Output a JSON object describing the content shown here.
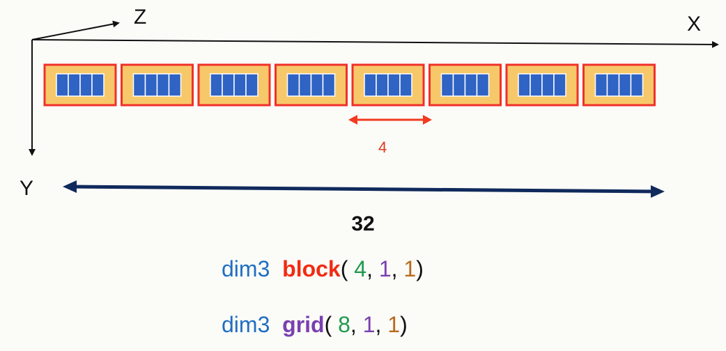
{
  "axes": {
    "x": "X",
    "y": "Y",
    "z": "Z"
  },
  "block_size_label": "4",
  "total_label": "32",
  "blocks": {
    "count": 8,
    "threads_per_block": 4
  },
  "code": {
    "block": {
      "keyword": "dim3",
      "name": "block",
      "open": "(",
      "a": "4",
      "b": "1",
      "c": "1",
      "close": ")"
    },
    "grid": {
      "keyword": "dim3",
      "name": "grid",
      "open": "(",
      "a": "8",
      "b": "1",
      "c": "1",
      "close": ")"
    }
  },
  "colors": {
    "block_border": "#f0302a",
    "block_fill": "#f7c86a",
    "thread_fill": "#2f63c4",
    "thread_border": "#ffffff",
    "size_arrow": "#f23a1e",
    "span_arrow": "#102a5c",
    "axis": "#111111"
  }
}
